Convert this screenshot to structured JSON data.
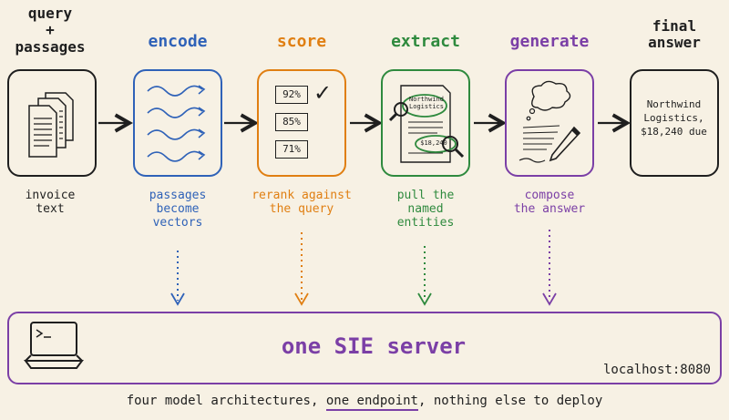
{
  "colors": {
    "encode": "#2f62b8",
    "score": "#e07f12",
    "extract": "#2f8a3e",
    "generate": "#7b3fa6",
    "ink": "#1f1f1f"
  },
  "input": {
    "title": "query\n+\npassages",
    "caption": "invoice\ntext",
    "icon": "document-stack-icon"
  },
  "stages": [
    {
      "title": "encode",
      "caption": "passages\nbecome\nvectors",
      "icon": "vector-waves-icon"
    },
    {
      "title": "score",
      "caption": "rerank against\nthe query",
      "icon": "score-list-icon",
      "scores": [
        "92%",
        "85%",
        "71%"
      ],
      "check": "✓"
    },
    {
      "title": "extract",
      "caption": "pull the\nnamed\nentities",
      "icon": "magnifier-document-icon",
      "entity_name": "Northwind\nLogistics",
      "entity_amount": "$18,240"
    },
    {
      "title": "generate",
      "caption": "compose\nthe answer",
      "icon": "pen-writing-icon"
    }
  ],
  "output": {
    "title": "final\nanswer",
    "answer": "Northwind\nLogistics,\n$18,240 due"
  },
  "server": {
    "title": "one SIE server",
    "host": "localhost:8080",
    "icon": "laptop-terminal-icon"
  },
  "footer": {
    "before": "four model architectures, ",
    "highlight": "one endpoint",
    "after": ", nothing else to deploy"
  }
}
